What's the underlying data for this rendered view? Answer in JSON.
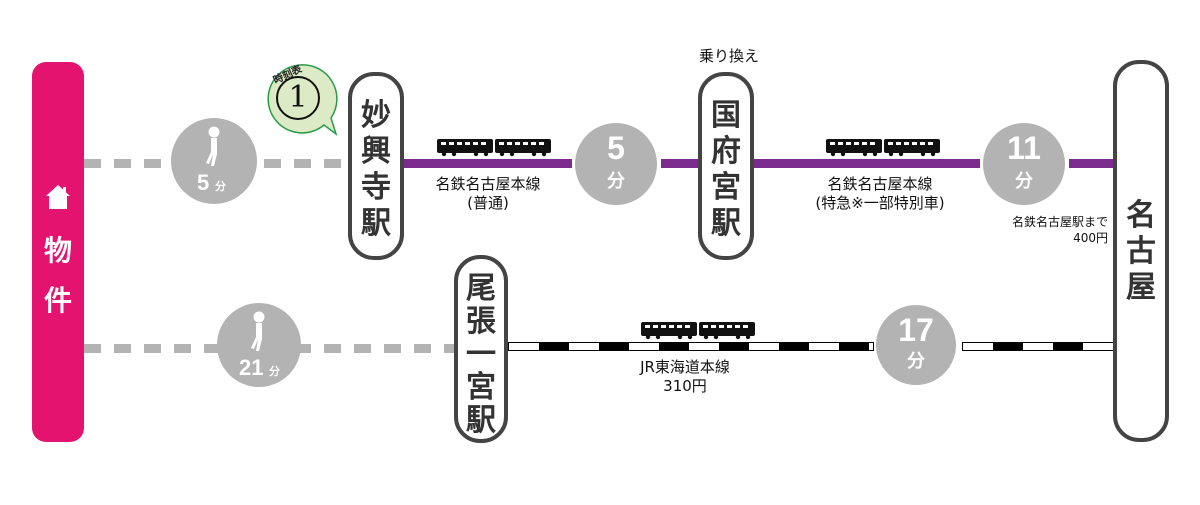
{
  "property": {
    "icon": "house-icon",
    "chars": [
      "物",
      "件"
    ],
    "color": "#e4136f"
  },
  "timetable_badge": {
    "label": "時刻表",
    "number": "①",
    "color": "#d8e8c0"
  },
  "routes": {
    "upper": {
      "walk": {
        "minutes": "5",
        "unit": "分",
        "icon": "walking-person-icon"
      },
      "station1": {
        "chars": [
          "妙",
          "興",
          "寺",
          "駅"
        ]
      },
      "segment1": {
        "line_name": "名鉄名古屋本線",
        "service": "(普通)",
        "minutes": "5",
        "unit": "分",
        "icon": "train-icon",
        "color": "#7b2b8d"
      },
      "station2": {
        "transfer_note": "乗り換え",
        "chars": [
          "国",
          "府",
          "宮",
          "駅"
        ]
      },
      "segment2": {
        "line_name": "名鉄名古屋本線",
        "service": "(特急※一部特別車)",
        "minutes": "11",
        "unit": "分",
        "icon": "train-icon",
        "color": "#7b2b8d"
      },
      "fare_line1": "名鉄名古屋駅まで",
      "fare_line2": "400円"
    },
    "lower": {
      "walk": {
        "minutes": "21",
        "unit": "分",
        "icon": "walking-person-icon"
      },
      "station1": {
        "chars": [
          "尾",
          "張",
          "一",
          "宮",
          "駅"
        ]
      },
      "segment1": {
        "line_name": "JR東海道本線",
        "fare": "310円",
        "minutes": "17",
        "unit": "分",
        "icon": "train-icon"
      }
    }
  },
  "destination": {
    "chars": [
      "名",
      "古",
      "屋"
    ]
  }
}
